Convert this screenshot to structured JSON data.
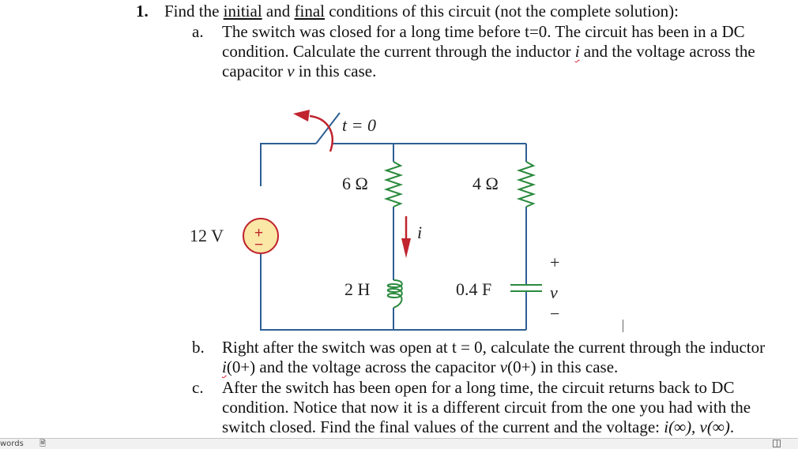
{
  "question": {
    "number": "1.",
    "intro_pre": "Find the ",
    "intro_u1": "initial",
    "intro_mid": " and ",
    "intro_u2": "final",
    "intro_post": " conditions of this circuit (not the complete solution):",
    "parts": {
      "a": {
        "label": "a.",
        "line1": "The switch was closed for a long time before t=0. The circuit has been in a DC",
        "line2_pre": "condition. Calculate the current through the inductor ",
        "line2_var": "i",
        "line2_post": " and the voltage across the",
        "line3_pre": "capacitor ",
        "line3_var": "v",
        "line3_post": " in this case."
      },
      "b": {
        "label": "b.",
        "line1": "Right after the switch was open at t = 0, calculate the current through the inductor",
        "line2_var1": "i",
        "line2_a": "(0+) and the voltage across the capacitor ",
        "line2_var2": "v",
        "line2_b": "(0+) in this case."
      },
      "c": {
        "label": "c.",
        "line1": "After the switch has been open for a long time, the circuit returns back to DC",
        "line2": "condition. Notice that now it is a different circuit from the one you had with the",
        "line3_pre": "switch closed. Find the final values of the current and the voltage: ",
        "line3_math": "i(∞), v(∞)",
        "line3_post": "."
      }
    }
  },
  "circuit": {
    "switch_label": "t = 0",
    "source_label": "12 V",
    "source_plus": "+",
    "source_minus": "−",
    "r1_label": "6 Ω",
    "r2_label": "4 Ω",
    "inductor_label": "2 H",
    "capacitor_label": "0.4 F",
    "current_label": "i",
    "voltage_label": "v",
    "voltage_plus": "+",
    "voltage_minus": "−",
    "colors": {
      "wire": "#2e5f93",
      "component": "#2a8a3e",
      "arrow": "#c0242e",
      "source_fill": "#fbe7a6",
      "source_stroke": "#c0242e"
    }
  },
  "statusbar": {
    "words_label": "words",
    "proofing_icon": "proofing-icon",
    "read_mode_icon": "read-mode-icon"
  }
}
